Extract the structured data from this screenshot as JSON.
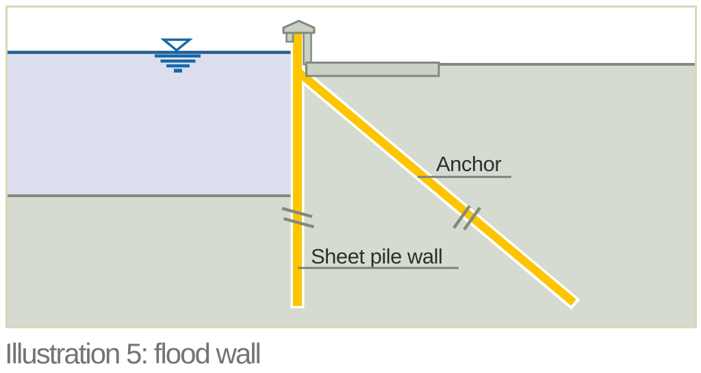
{
  "figure": {
    "caption": "Illustration 5: flood wall",
    "labels": {
      "anchor": "Anchor",
      "sheet_pile_wall": "Sheet pile wall"
    },
    "symbols": {
      "water_level": "water-level-marker",
      "wall_cap": "pile-cap",
      "wall_break": "section-break",
      "anchor_break": "section-break"
    }
  },
  "colors": {
    "frame_border": "#d7d8b6",
    "sky": "#ffffff",
    "water": "#dcdeee",
    "water_line": "#235e92",
    "water_symbol": "#1569a9",
    "ground": "#d5dbd0",
    "gray_line": "#828a7e",
    "structure_fill": "#c9d0c4",
    "structure_stroke": "#7f897c",
    "pile_yellow": "#fdc500",
    "pile_outline": "#ffffff",
    "label_text": "#2e2e2e",
    "caption_text": "#717578"
  }
}
